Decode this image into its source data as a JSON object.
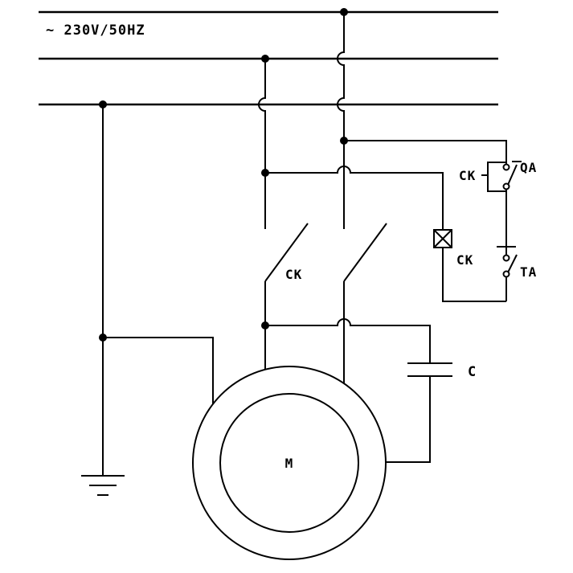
{
  "colors": {
    "line": "#000000",
    "background": "#ffffff"
  },
  "schematic": {
    "supply_label": "~ 230V/50HZ",
    "main_contacts_label": "CK",
    "coil_label": "CK",
    "holding_contact_label": "CK",
    "switch_label": "QA",
    "pushbutton_label": "TA",
    "capacitor_label": "C",
    "motor_label": "M"
  }
}
